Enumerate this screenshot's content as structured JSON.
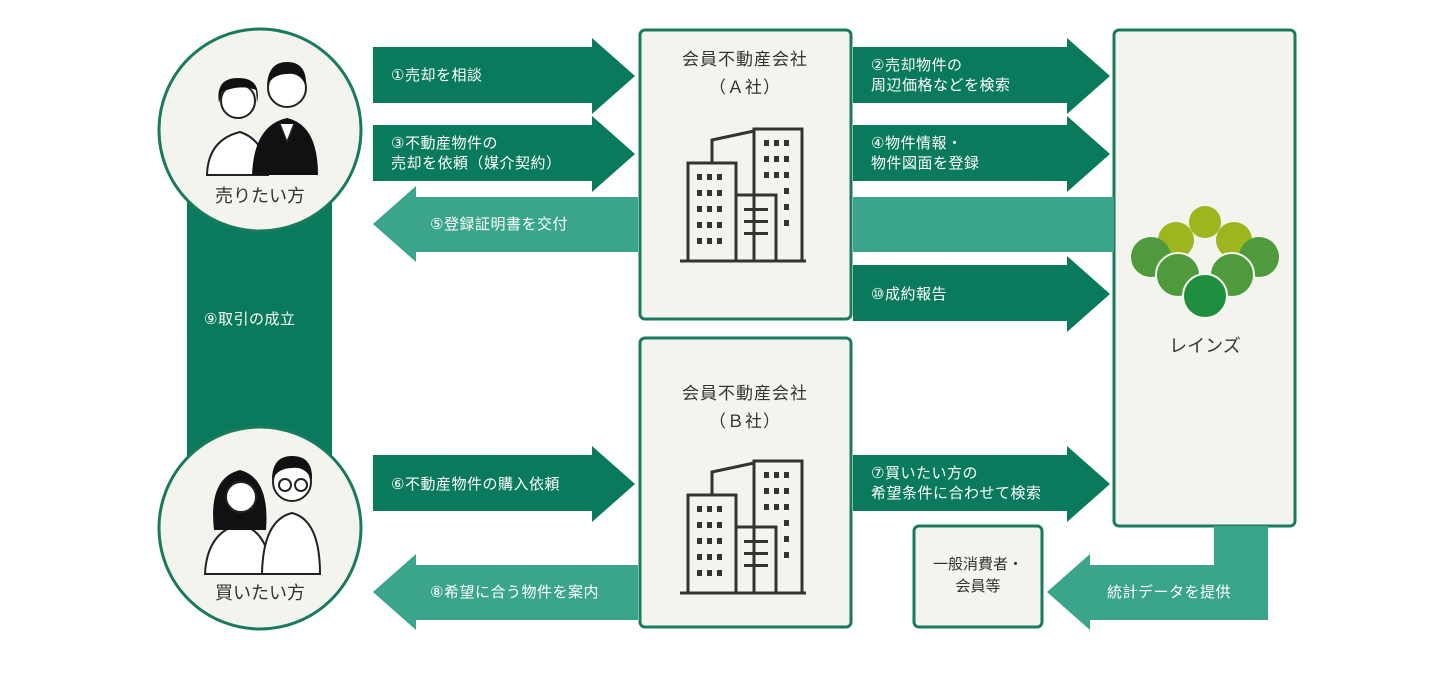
{
  "colors": {
    "dark_green": "#0a7a5c",
    "light_green": "#3aa58a",
    "border_green": "#1a7a5e",
    "box_fill": "#f4f4ef",
    "logo_outer": "#4f9a3c",
    "logo_mid": "#9db51e",
    "logo_center": "#1f8f3f"
  },
  "icons": [
    "building-icon",
    "seller-couple-icon",
    "buyer-couple-icon",
    "reins-logo-icon"
  ],
  "nodes": {
    "seller": "売りたい方",
    "buyer": "買いたい方",
    "company_a": "会員不動産会社\n（Ａ社）",
    "company_b": "会員不動産会社\n（Ｂ社）",
    "reins": "レインズ",
    "consumers": "一般消費者・\n会員等"
  },
  "flows": {
    "f1": "①売却を相談",
    "f2": "②売却物件の\n周辺価格などを検索",
    "f3": "③不動産物件の\n売却を依頼（媒介契約）",
    "f4": "④物件情報・\n物件図面を登録",
    "f5": "⑤登録証明書を交付",
    "f6": "⑥不動産物件の購入依頼",
    "f7": "⑦買いたい方の\n希望条件に合わせて検索",
    "f8": "⑧希望に合う物件を案内",
    "f9": "⑨取引の成立",
    "f10": "⑩成約報告",
    "stats": "統計データを提供"
  }
}
